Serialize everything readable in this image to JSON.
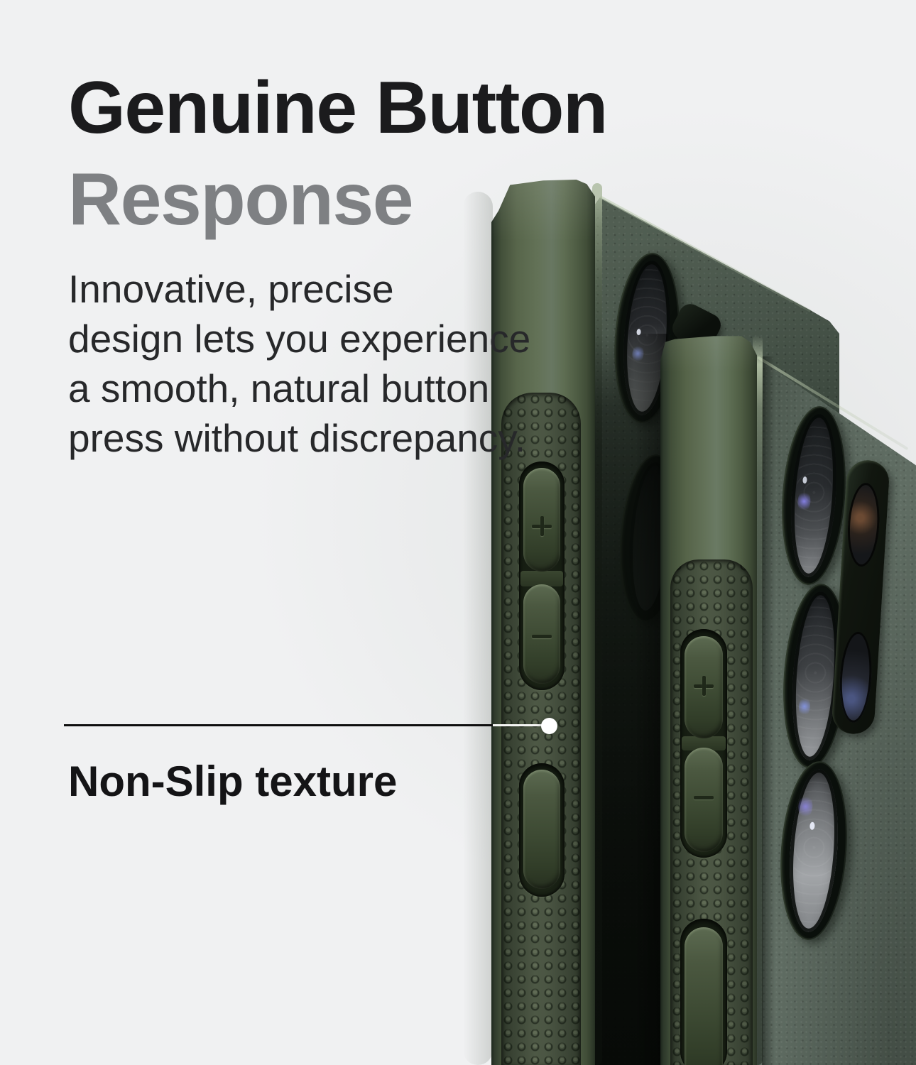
{
  "page": {
    "background_color": "#f0f1f2"
  },
  "heading": {
    "line1": "Genuine Button",
    "line2": "Response",
    "line1_color": "#1b1b1d",
    "line2_color": "#7e8083"
  },
  "paragraph": {
    "color": "#27282a",
    "lines": [
      "Innovative, precise",
      "design lets you experience",
      "a smooth, natural button",
      "press without discrepancy."
    ]
  },
  "callout": {
    "label": "Non-Slip texture",
    "label_color": "#141416",
    "line_color": "#0e0e0e",
    "dot_color": "#ffffff"
  },
  "product": {
    "description": "two dark green textured phone cases shown from the side at an angle",
    "case_green": "#46523f",
    "suede_back_green": "#57645a",
    "side_buttons": [
      {
        "name": "volume-up",
        "mark": "plus"
      },
      {
        "name": "volume-down",
        "mark": "minus"
      },
      {
        "name": "power",
        "mark": "none"
      }
    ],
    "front_case_large_lenses": 3,
    "front_case_small_lenses": 2,
    "rear_case_visible_lenses": 2
  }
}
